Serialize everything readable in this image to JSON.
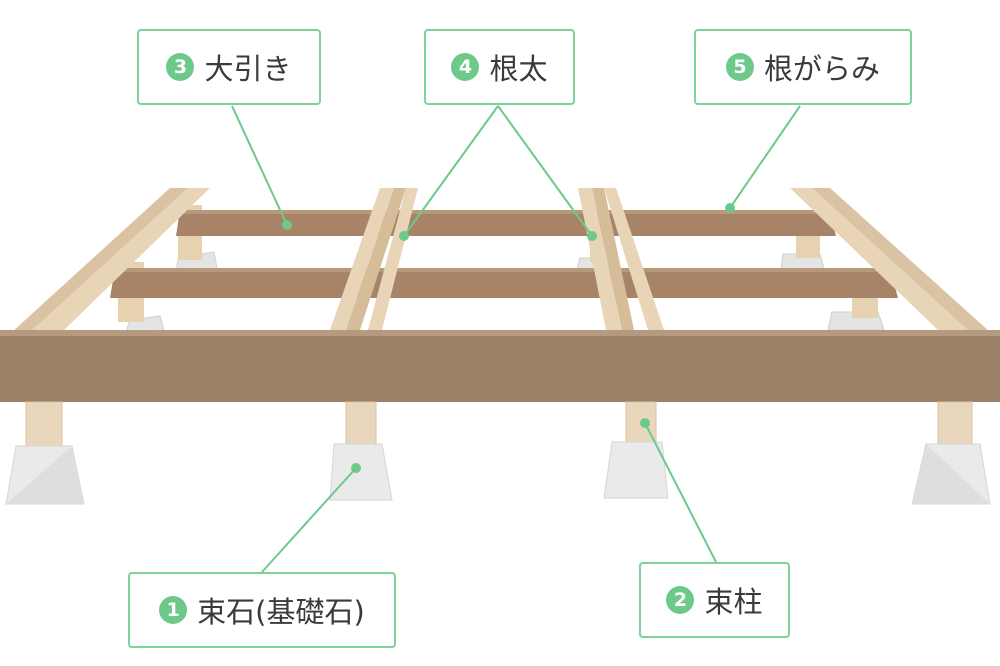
{
  "callouts": [
    {
      "number": "3",
      "label": "大引き"
    },
    {
      "number": "4",
      "label": "根太"
    },
    {
      "number": "5",
      "label": "根がらみ"
    },
    {
      "number": "1",
      "label": "束石(基礎石)"
    },
    {
      "number": "2",
      "label": "束柱"
    }
  ],
  "colors": {
    "accent": "#6cc98a",
    "callout_border": "#7fd19a",
    "wood_light": "#e9d7bd",
    "wood_dark": "#9d8068",
    "stone": "#e9e9e9"
  }
}
